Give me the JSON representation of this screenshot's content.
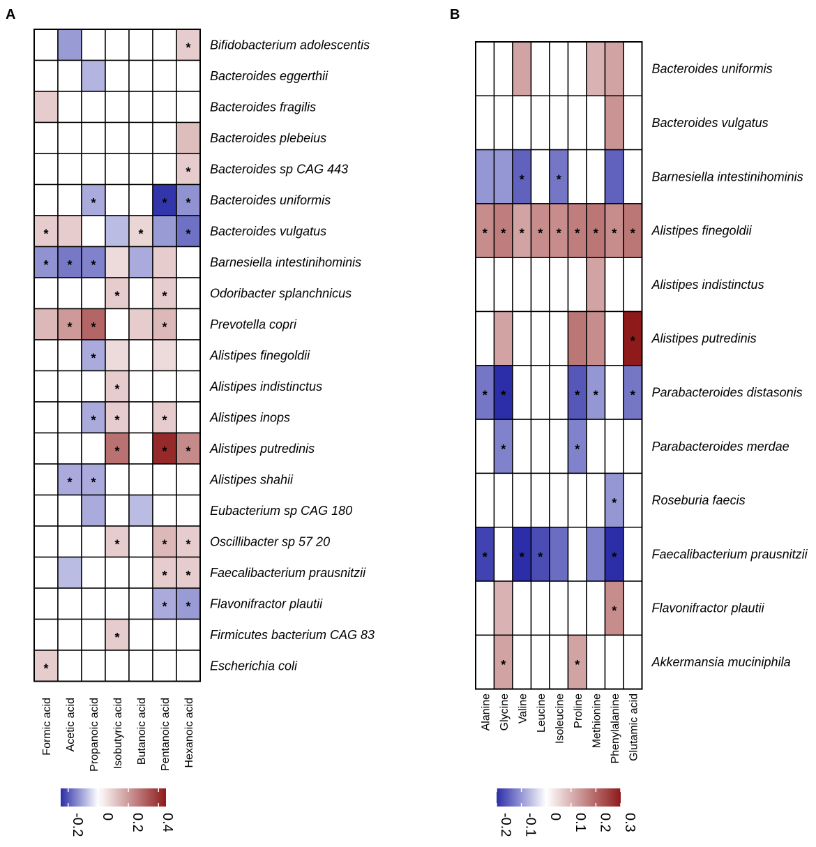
{
  "chart_data": [
    {
      "type": "heatmap",
      "panel": "A",
      "columns": [
        "Formic acid",
        "Acetic acid",
        "Propanoic acid",
        "Isobutyric acid",
        "Butanoic acid",
        "Pentanoic acid",
        "Hexanoic acid"
      ],
      "rows": [
        "Bifidobacterium adolescentis",
        "Bacteroides eggerthii",
        "Bacteroides fragilis",
        "Bacteroides plebeius",
        "Bacteroides sp CAG 443",
        "Bacteroides uniformis",
        "Bacteroides vulgatus",
        "Barnesiella intestinihominis",
        "Odoribacter splanchnicus",
        "Prevotella copri",
        "Alistipes finegoldii",
        "Alistipes indistinctus",
        "Alistipes inops",
        "Alistipes putredinis",
        "Alistipes shahii",
        "Eubacterium sp CAG 180",
        "Oscillibacter sp 57 20",
        "Faecalibacterium prausnitzii",
        "Flavonifractor plautii",
        "Firmicutes bacterium CAG 83",
        "Escherichia coli"
      ],
      "values": [
        [
          0,
          -0.12,
          0,
          0,
          0,
          0,
          0.1
        ],
        [
          0,
          0,
          -0.09,
          0,
          0,
          0,
          0
        ],
        [
          0.1,
          0,
          0,
          0,
          0,
          0,
          0
        ],
        [
          0,
          0,
          0,
          0,
          0,
          0,
          0.13
        ],
        [
          0,
          0,
          0,
          0,
          0,
          0,
          0.1
        ],
        [
          0,
          0,
          -0.1,
          0,
          0,
          -0.24,
          -0.13
        ],
        [
          0.1,
          0.1,
          0,
          -0.08,
          0.08,
          -0.12,
          -0.17
        ],
        [
          -0.13,
          -0.16,
          -0.15,
          0.07,
          -0.1,
          0.1,
          0
        ],
        [
          0,
          0,
          0,
          0.1,
          0,
          0.1,
          0
        ],
        [
          0.14,
          0.2,
          0.3,
          0,
          0.1,
          0.14,
          0
        ],
        [
          0,
          0,
          -0.1,
          0.07,
          0,
          0.07,
          0
        ],
        [
          0,
          0,
          0,
          0.1,
          0,
          0,
          0
        ],
        [
          0,
          0,
          -0.1,
          0.1,
          0,
          0.1,
          0
        ],
        [
          0,
          0,
          0,
          0.28,
          0,
          0.42,
          0.23
        ],
        [
          0,
          -0.1,
          -0.1,
          0,
          0,
          0,
          0
        ],
        [
          0,
          0,
          -0.1,
          0,
          -0.08,
          0,
          0
        ],
        [
          0,
          0,
          0,
          0.1,
          0,
          0.14,
          0.1
        ],
        [
          0,
          -0.08,
          0,
          0,
          0,
          0.1,
          0.1
        ],
        [
          0,
          0,
          0,
          0,
          0,
          -0.1,
          -0.12
        ],
        [
          0,
          0,
          0,
          0.1,
          0,
          0,
          0
        ],
        [
          0.1,
          0,
          0,
          0,
          0,
          0,
          0
        ]
      ],
      "significant": [
        [
          0,
          0,
          0,
          0,
          0,
          0,
          1
        ],
        [
          0,
          0,
          0,
          0,
          0,
          0,
          0
        ],
        [
          0,
          0,
          0,
          0,
          0,
          0,
          0
        ],
        [
          0,
          0,
          0,
          0,
          0,
          0,
          0
        ],
        [
          0,
          0,
          0,
          0,
          0,
          0,
          1
        ],
        [
          0,
          0,
          1,
          0,
          0,
          1,
          1
        ],
        [
          1,
          0,
          0,
          0,
          1,
          0,
          1
        ],
        [
          1,
          1,
          1,
          0,
          0,
          0,
          0
        ],
        [
          0,
          0,
          0,
          1,
          0,
          1,
          0
        ],
        [
          0,
          1,
          1,
          0,
          0,
          1,
          0
        ],
        [
          0,
          0,
          1,
          0,
          0,
          0,
          0
        ],
        [
          0,
          0,
          0,
          1,
          0,
          0,
          0
        ],
        [
          0,
          0,
          1,
          1,
          0,
          1,
          0
        ],
        [
          0,
          0,
          0,
          1,
          0,
          1,
          1
        ],
        [
          0,
          1,
          1,
          0,
          0,
          0,
          0
        ],
        [
          0,
          0,
          0,
          0,
          0,
          0,
          0
        ],
        [
          0,
          0,
          0,
          1,
          0,
          1,
          1
        ],
        [
          0,
          0,
          0,
          0,
          0,
          1,
          1
        ],
        [
          0,
          0,
          0,
          0,
          0,
          1,
          1
        ],
        [
          0,
          0,
          0,
          1,
          0,
          0,
          0
        ],
        [
          1,
          0,
          0,
          0,
          0,
          0,
          0
        ]
      ],
      "significance_marker": "*",
      "color_scale": {
        "min": -0.25,
        "max": 0.45,
        "low_color": "#2b2ea8",
        "mid_color": "#ffffff",
        "high_color": "#8e1a1a",
        "ticks": [
          -0.2,
          0,
          0.2,
          0.4
        ],
        "tick_labels": [
          "-0.2",
          "0",
          "0.2",
          "0.4"
        ]
      }
    },
    {
      "type": "heatmap",
      "panel": "B",
      "columns": [
        "Alanine",
        "Glycine",
        "Valine",
        "Leucine",
        "Isoleucine",
        "Proline",
        "Methionine",
        "Phenylalanine",
        "Glutamic acid"
      ],
      "rows": [
        "Bacteroides uniformis",
        "Bacteroides vulgatus",
        "Barnesiella intestinihominis",
        "Alistipes finegoldii",
        "Alistipes indistinctus",
        "Alistipes putredinis",
        "Parabacteroides distasonis",
        "Parabacteroides merdae",
        "Roseburia faecis",
        "Faecalibacterium prausnitzii",
        "Flavonifractor plautii",
        "Akkermansia muciniphila"
      ],
      "values": [
        [
          0,
          0,
          0.12,
          0,
          0,
          0,
          0.1,
          0.12,
          0
        ],
        [
          0,
          0,
          0,
          0,
          0,
          0,
          0,
          0.14,
          0
        ],
        [
          -0.1,
          -0.1,
          -0.15,
          0,
          -0.13,
          0,
          0,
          -0.15,
          0
        ],
        [
          0.15,
          0.17,
          0.12,
          0.15,
          0.15,
          0.17,
          0.18,
          0.15,
          0.18
        ],
        [
          0,
          0,
          0,
          0,
          0,
          0,
          0.12,
          0,
          0
        ],
        [
          0,
          0.12,
          0,
          0,
          0,
          0.18,
          0.15,
          0,
          0.3
        ],
        [
          -0.13,
          -0.2,
          0,
          0,
          0,
          -0.16,
          -0.1,
          0,
          -0.13
        ],
        [
          0,
          -0.12,
          0,
          0,
          0,
          -0.12,
          0,
          0,
          0
        ],
        [
          0,
          0,
          0,
          0,
          0,
          0,
          0,
          -0.1,
          0
        ],
        [
          -0.18,
          0,
          -0.22,
          -0.17,
          -0.14,
          0,
          -0.12,
          -0.23,
          0
        ],
        [
          0,
          0.1,
          0,
          0,
          0,
          0,
          0,
          0.15,
          0
        ],
        [
          0,
          0.12,
          0,
          0,
          0,
          0.12,
          0,
          0,
          0
        ]
      ],
      "significant": [
        [
          0,
          0,
          0,
          0,
          0,
          0,
          0,
          0,
          0
        ],
        [
          0,
          0,
          0,
          0,
          0,
          0,
          0,
          0,
          0
        ],
        [
          0,
          0,
          1,
          0,
          1,
          0,
          0,
          0,
          0
        ],
        [
          1,
          1,
          1,
          1,
          1,
          1,
          1,
          1,
          1
        ],
        [
          0,
          0,
          0,
          0,
          0,
          0,
          0,
          0,
          0
        ],
        [
          0,
          0,
          0,
          0,
          0,
          0,
          0,
          0,
          1
        ],
        [
          1,
          1,
          0,
          0,
          0,
          1,
          1,
          0,
          1
        ],
        [
          0,
          1,
          0,
          0,
          0,
          1,
          0,
          0,
          0
        ],
        [
          0,
          0,
          0,
          0,
          0,
          0,
          0,
          1,
          0
        ],
        [
          1,
          0,
          1,
          1,
          0,
          0,
          0,
          1,
          0
        ],
        [
          0,
          0,
          0,
          0,
          0,
          0,
          0,
          1,
          0
        ],
        [
          0,
          1,
          0,
          0,
          0,
          1,
          0,
          0,
          0
        ]
      ],
      "significance_marker": "*",
      "color_scale": {
        "min": -0.2,
        "max": 0.3,
        "low_color": "#2b2ea8",
        "mid_color": "#ffffff",
        "high_color": "#8e1a1a",
        "ticks": [
          -0.2,
          -0.1,
          0,
          0.1,
          0.2,
          0.3
        ],
        "tick_labels": [
          "-0.2",
          "-0.1",
          "0",
          "0.1",
          "0.2",
          "0.3"
        ]
      }
    }
  ]
}
